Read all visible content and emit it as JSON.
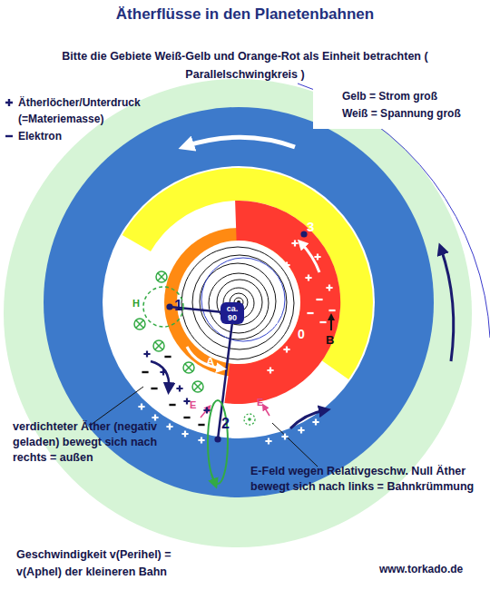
{
  "diagram": {
    "title": "Ätherflüsse in den Planetenbahnen",
    "nodes": [
      {
        "text": [
          "Gelb = Strom groß",
          "Weiß = Spannung groß"
        ]
      },
      {
        "text": [
          "ca. 90"
        ]
      }
    ],
    "labels": [
      "Bitte die Gebiete Weiß-Gelb und Orange-Rot als Einheit betrachten ( Parallelschwingkreis )",
      "3",
      "H",
      "1",
      "0",
      "B",
      "A",
      "E",
      "E",
      "2",
      "verdichteter Äther (negativ geladen) bewegt sich nach rechts = außen",
      "E-Feld wegen Relativgeschw. Null Äther bewegt sich nach links = Bahnkrümmung",
      "Geschwindigkeit v(Perihel) = v(Aphel) der kleineren Bahn",
      "www.torkado.de"
    ],
    "legend": [
      {
        "text": "Ätherlöcher/Unterdruck (=Materiemasse)"
      },
      {
        "text": "Elektron"
      }
    ]
  }
}
